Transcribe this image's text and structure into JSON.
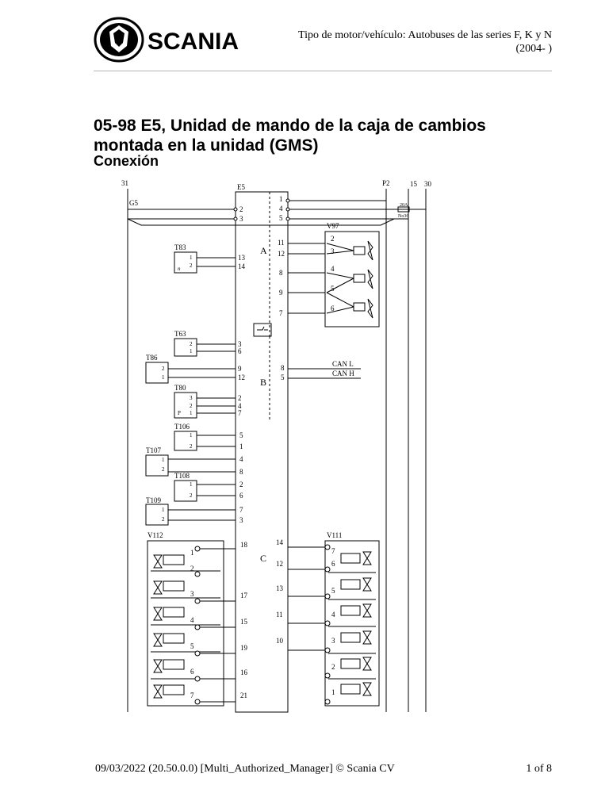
{
  "header": {
    "brand": "SCANIA",
    "line1": "Tipo de motor/vehículo: Autobuses de las series F, K y N",
    "line2": "(2004- )"
  },
  "title_line1": "05-98 E5, Unidad de mando de la caja de cambios",
  "title_line2": "montada en la unidad (GMS)",
  "subtitle": "Conexión",
  "diagram": {
    "rails": {
      "r31": "31",
      "p2": "P2",
      "r15": "15",
      "r30": "30",
      "g5": "G5"
    },
    "ecu": {
      "name": "E5",
      "A": "A",
      "B": "B",
      "C": "C"
    },
    "fuse": {
      "rating": "20A",
      "name": "No36"
    },
    "top_pins": [
      "1",
      "4",
      "5"
    ],
    "g5_pins": [
      "2",
      "3"
    ],
    "can": {
      "low": "CAN L",
      "high": "CAN H",
      "pins": [
        "8",
        "5"
      ]
    },
    "v97": {
      "name": "V97",
      "ecu_pins": [
        "11",
        "12",
        "8",
        "9",
        "7"
      ],
      "pins": [
        "2",
        "3",
        "4",
        "5",
        "6"
      ]
    },
    "t83": {
      "name": "T83",
      "pins": [
        "1",
        "2"
      ],
      "ecu_pins": [
        "13",
        "14"
      ],
      "symbol": "n"
    },
    "t63": {
      "name": "T63",
      "pins": [
        "2",
        "1"
      ],
      "ecu_pins": [
        "3",
        "6"
      ],
      "symbol": "temp-icon"
    },
    "t86": {
      "name": "T86",
      "pins": [
        "2",
        "1"
      ],
      "ecu_pins": [
        "9",
        "12"
      ]
    },
    "t80": {
      "name": "T80",
      "pins": [
        "3",
        "2",
        "1"
      ],
      "ecu_pins": [
        "2",
        "4",
        "7"
      ],
      "symbol": "P"
    },
    "t106": {
      "name": "T106",
      "pins": [
        "1",
        "2"
      ],
      "ecu_pins": [
        "5",
        "1"
      ]
    },
    "t107": {
      "name": "T107",
      "pins": [
        "1",
        "2"
      ],
      "ecu_pins": [
        "4",
        "8"
      ]
    },
    "t108": {
      "name": "T108",
      "pins": [
        "1",
        "2"
      ],
      "ecu_pins": [
        "2",
        "6"
      ]
    },
    "t109": {
      "name": "T109",
      "pins": [
        "1",
        "2"
      ],
      "ecu_pins": [
        "7",
        "3"
      ]
    },
    "v112": {
      "name": "V112",
      "pins": [
        "1",
        "2",
        "3",
        "4",
        "5",
        "6",
        "7"
      ],
      "ecu_pins": [
        "18",
        "17",
        "15",
        "19",
        "16",
        "21"
      ]
    },
    "v111": {
      "name": "V111",
      "pins": [
        "7",
        "6",
        "5",
        "4",
        "3",
        "2",
        "1"
      ],
      "ecu_pins": [
        "14",
        "12",
        "13",
        "11",
        "10"
      ]
    }
  },
  "footer": {
    "left": "09/03/2022 (20.50.0.0) [Multi_Authorized_Manager] © Scania CV",
    "right": "1 of 8"
  }
}
